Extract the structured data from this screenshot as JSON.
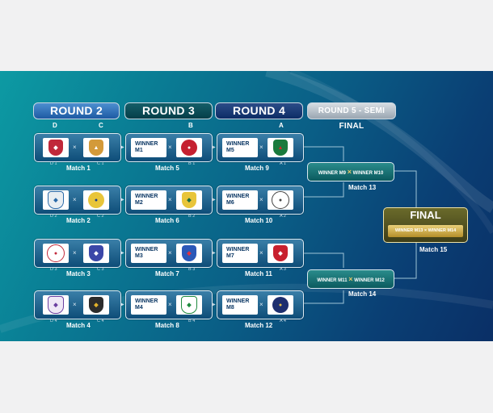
{
  "rounds": {
    "r2": "ROUND 2",
    "r3": "ROUND 3",
    "r4": "ROUND 4",
    "r5": "ROUND 5 - SEMI FINAL"
  },
  "groups": {
    "r2_left": "D",
    "r2_right": "C",
    "r3": "B",
    "r4": "A"
  },
  "versus_symbol": "×",
  "winner_word": "WINNER",
  "round2": [
    {
      "seed_l": "D 1",
      "seed_r": "C 1",
      "match": "Match 1"
    },
    {
      "seed_l": "D 2",
      "seed_r": "C 2",
      "match": "Match 2"
    },
    {
      "seed_l": "D 3",
      "seed_r": "C 3",
      "match": "Match 3"
    },
    {
      "seed_l": "D 4",
      "seed_r": "C 4",
      "match": "Match 4"
    }
  ],
  "round3": [
    {
      "winner": "M1",
      "seed": "B 1",
      "match": "Match 5"
    },
    {
      "winner": "M2",
      "seed": "B 2",
      "match": "Match 6"
    },
    {
      "winner": "M3",
      "seed": "B 3",
      "match": "Match 7"
    },
    {
      "winner": "M4",
      "seed": "B 4",
      "match": "Match 8"
    }
  ],
  "round4": [
    {
      "winner": "M5",
      "seed": "A 1",
      "match": "Match 9"
    },
    {
      "winner": "M6",
      "seed": "A 2",
      "match": "Match 10"
    },
    {
      "winner": "M7",
      "seed": "A 3",
      "match": "Match 11"
    },
    {
      "winner": "M8",
      "seed": "A 4",
      "match": "Match 12"
    }
  ],
  "semi": [
    {
      "left": "WINNER M9",
      "right": "WINNER M10",
      "match": "Match 13"
    },
    {
      "left": "WINNER M11",
      "right": "WINNER M12",
      "match": "Match 14"
    }
  ],
  "final": {
    "title": "FINAL",
    "left": "WINNER M13",
    "right": "WINNER M14",
    "match": "Match 15"
  },
  "colors": {
    "accent_gold": "#e6c766",
    "panel_dark": "#0a2f66",
    "panel_teal": "#0d9aa3"
  }
}
